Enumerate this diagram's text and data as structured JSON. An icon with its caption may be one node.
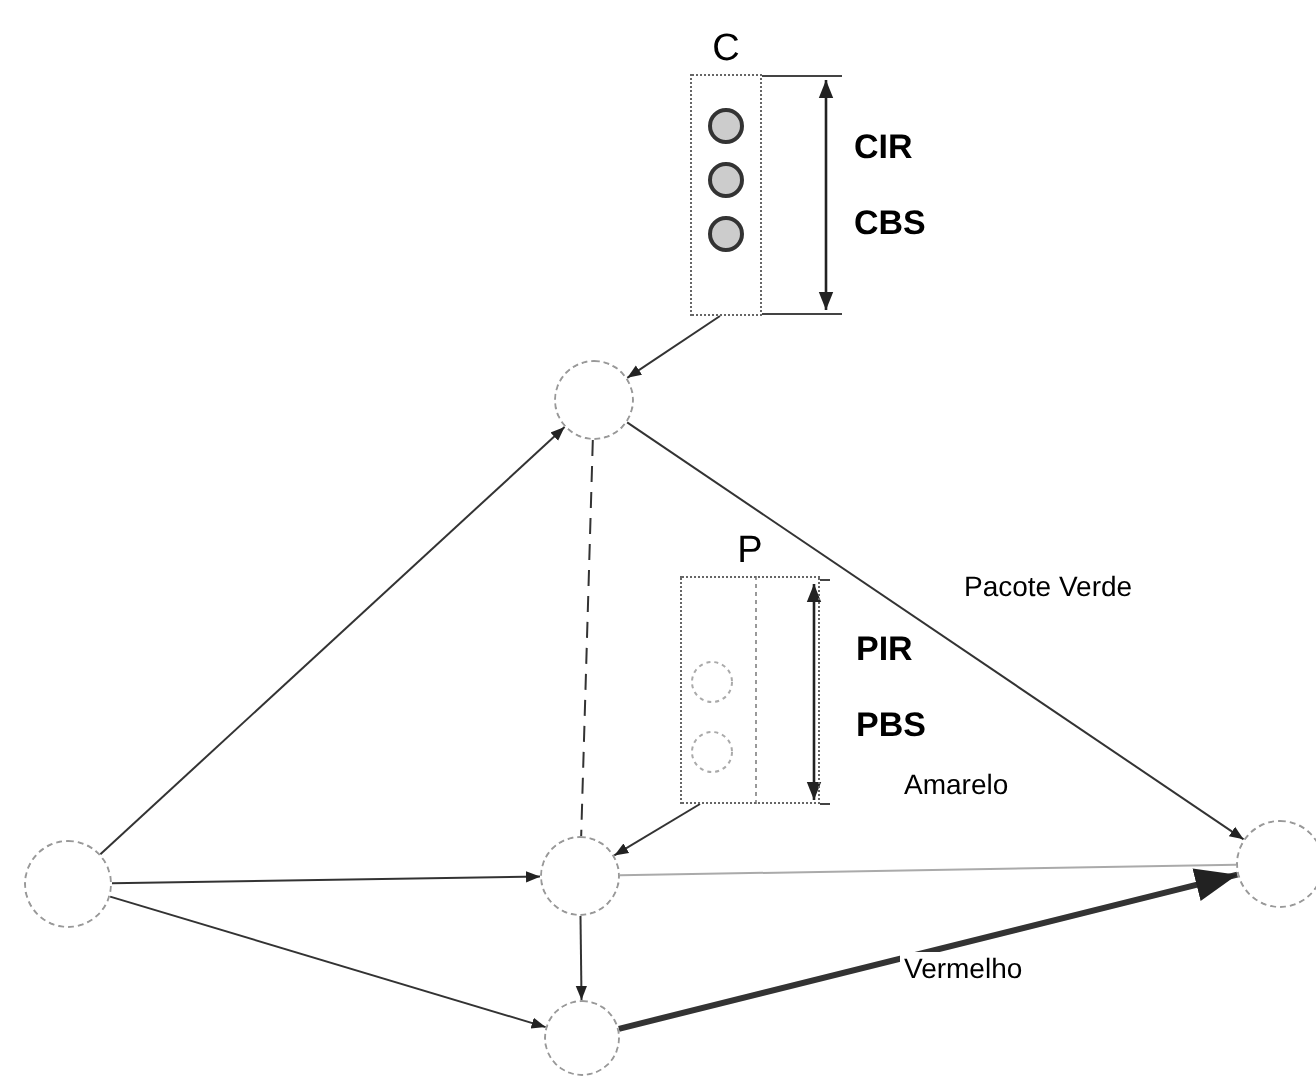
{
  "diagram": {
    "nodes": [
      {
        "text": [
          "C"
        ],
        "beside": [
          "CIR",
          "CBS"
        ]
      },
      {
        "text": [],
        "shape": "circle"
      },
      {
        "text": [
          "P"
        ],
        "beside": [
          "PIR",
          "PBS"
        ]
      },
      {
        "text": [],
        "shape": "circle"
      },
      {
        "text": [],
        "shape": "circle"
      },
      {
        "text": [],
        "shape": "circle"
      },
      {
        "text": [],
        "shape": "circle"
      }
    ],
    "edges": [
      {
        "from": 0,
        "to": 1,
        "arrow": "to"
      },
      {
        "from": 3,
        "to": 1,
        "arrow": "to"
      },
      {
        "from": 1,
        "to": 4,
        "arrow": "none",
        "style": "dashed"
      },
      {
        "from": 1,
        "to": 6,
        "label": "Pacote Verde",
        "arrow": "to"
      },
      {
        "from": 2,
        "to": 4,
        "arrow": "to"
      },
      {
        "from": 3,
        "to": 4,
        "arrow": "to"
      },
      {
        "from": 4,
        "to": 6,
        "label": "Amarelo",
        "arrow": "none",
        "color": "#aaaaaa"
      },
      {
        "from": 4,
        "to": 5,
        "arrow": "to"
      },
      {
        "from": 3,
        "to": 5,
        "arrow": "to"
      },
      {
        "from": 5,
        "to": 6,
        "label": "Vermelho",
        "arrow": "to",
        "style": "thick"
      }
    ]
  }
}
